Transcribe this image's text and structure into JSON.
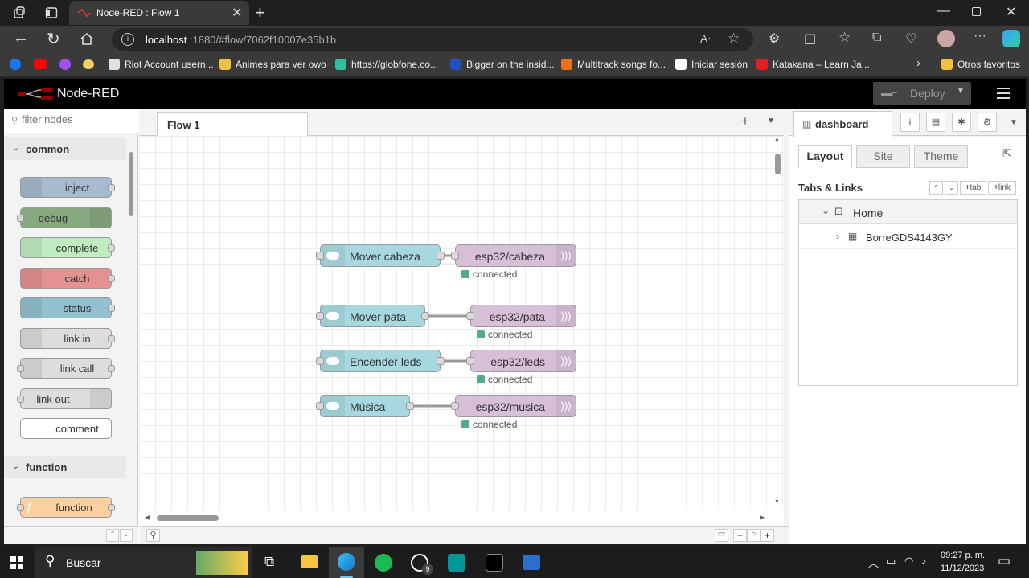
{
  "browser": {
    "tab_title": "Node-RED : Flow 1",
    "url_host": "localhost",
    "url_rest": ":1880/#flow/7062f10007e35b1b",
    "favorites": [
      {
        "label": "Riot Account usern...",
        "color": "#e0e0e0"
      },
      {
        "label": "Animes para ver owo",
        "color": "#f0c040"
      },
      {
        "label": "https://globfone.co...",
        "color": "#30c0a0"
      },
      {
        "label": "Bigger on the insid...",
        "color": "#2050c0"
      },
      {
        "label": "Multitrack songs fo...",
        "color": "#f07020"
      },
      {
        "label": "Iniciar sesión",
        "color": "#ffffff"
      },
      {
        "label": "Katakana – Learn Ja...",
        "color": "#e02020"
      }
    ],
    "other_favorites": "Otros favoritos"
  },
  "nodered": {
    "app_name": "Node-RED",
    "deploy_label": "Deploy",
    "filter_placeholder": "filter nodes",
    "palette": {
      "cat_common": "common",
      "cat_function": "function",
      "nodes": [
        {
          "label": "inject",
          "color": "#a6bbcf",
          "inport": false,
          "outport": true
        },
        {
          "label": "debug",
          "color": "#87a980",
          "inport": true,
          "outport": false
        },
        {
          "label": "complete",
          "color": "#c0edc0",
          "inport": false,
          "outport": true
        },
        {
          "label": "catch",
          "color": "#e49191",
          "inport": false,
          "outport": true
        },
        {
          "label": "status",
          "color": "#94c1d0",
          "inport": false,
          "outport": true
        },
        {
          "label": "link in",
          "color": "#dddddd",
          "inport": false,
          "outport": true
        },
        {
          "label": "link call",
          "color": "#dddddd",
          "inport": true,
          "outport": true
        },
        {
          "label": "link out",
          "color": "#dddddd",
          "inport": true,
          "outport": false
        },
        {
          "label": "comment",
          "color": "#ffffff",
          "inport": false,
          "outport": false
        }
      ],
      "function_node": "function"
    },
    "workspace_tab": "Flow 1",
    "flows": [
      {
        "switch_label": "Mover cabeza",
        "mqtt_label": "esp32/cabeza",
        "status": "connected"
      },
      {
        "switch_label": "Mover pata",
        "mqtt_label": "esp32/pata",
        "status": "connected"
      },
      {
        "switch_label": "Encender leds",
        "mqtt_label": "esp32/leds",
        "status": "connected"
      },
      {
        "switch_label": "Música",
        "mqtt_label": "esp32/musica",
        "status": "connected"
      }
    ],
    "sidebar": {
      "tab_label": "dashboard",
      "subtabs": [
        "Layout",
        "Site",
        "Theme"
      ],
      "section_title": "Tabs & Links",
      "btn_tab": "tab",
      "btn_link": "link",
      "tree_root": "Home",
      "tree_child": "BorreGDS4143GY"
    }
  },
  "taskbar": {
    "search_label": "Buscar",
    "whatsapp_badge": "9",
    "time": "09:27 p. m.",
    "date": "11/12/2023"
  }
}
